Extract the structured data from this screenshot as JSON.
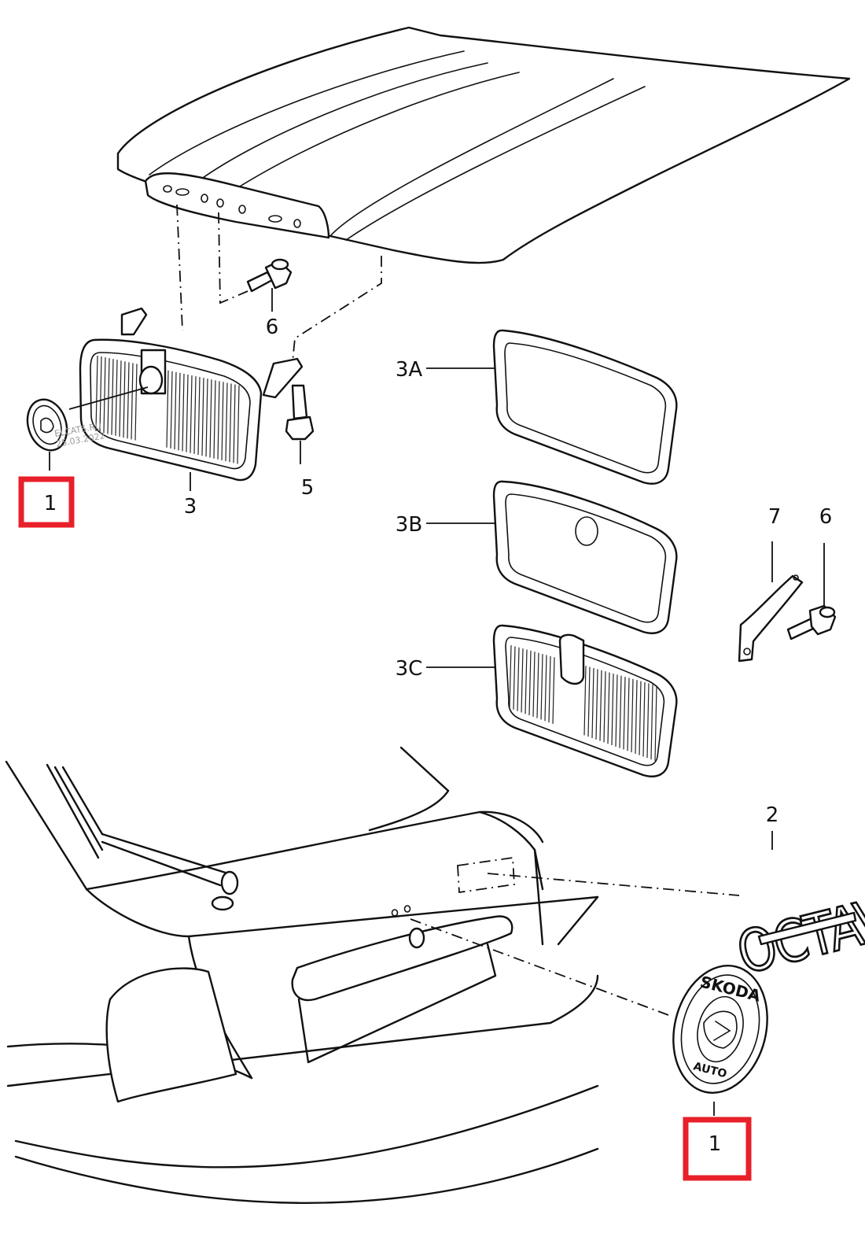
{
  "labels": {
    "p1_top": "1",
    "p1_bottom": "1",
    "p2": "2",
    "p3": "3",
    "p3a": "3A",
    "p3b": "3B",
    "p3c": "3C",
    "p5": "5",
    "p6_top": "6",
    "p6_right": "6",
    "p7": "7"
  },
  "badge": {
    "top_text": "SKODA",
    "bottom_text": "AUTO"
  },
  "emblem_text": "OCTAVIA",
  "watermark": {
    "line1": "ELCATS.RU",
    "line2": "25.03.2022"
  },
  "highlight_color": "#e8202a"
}
